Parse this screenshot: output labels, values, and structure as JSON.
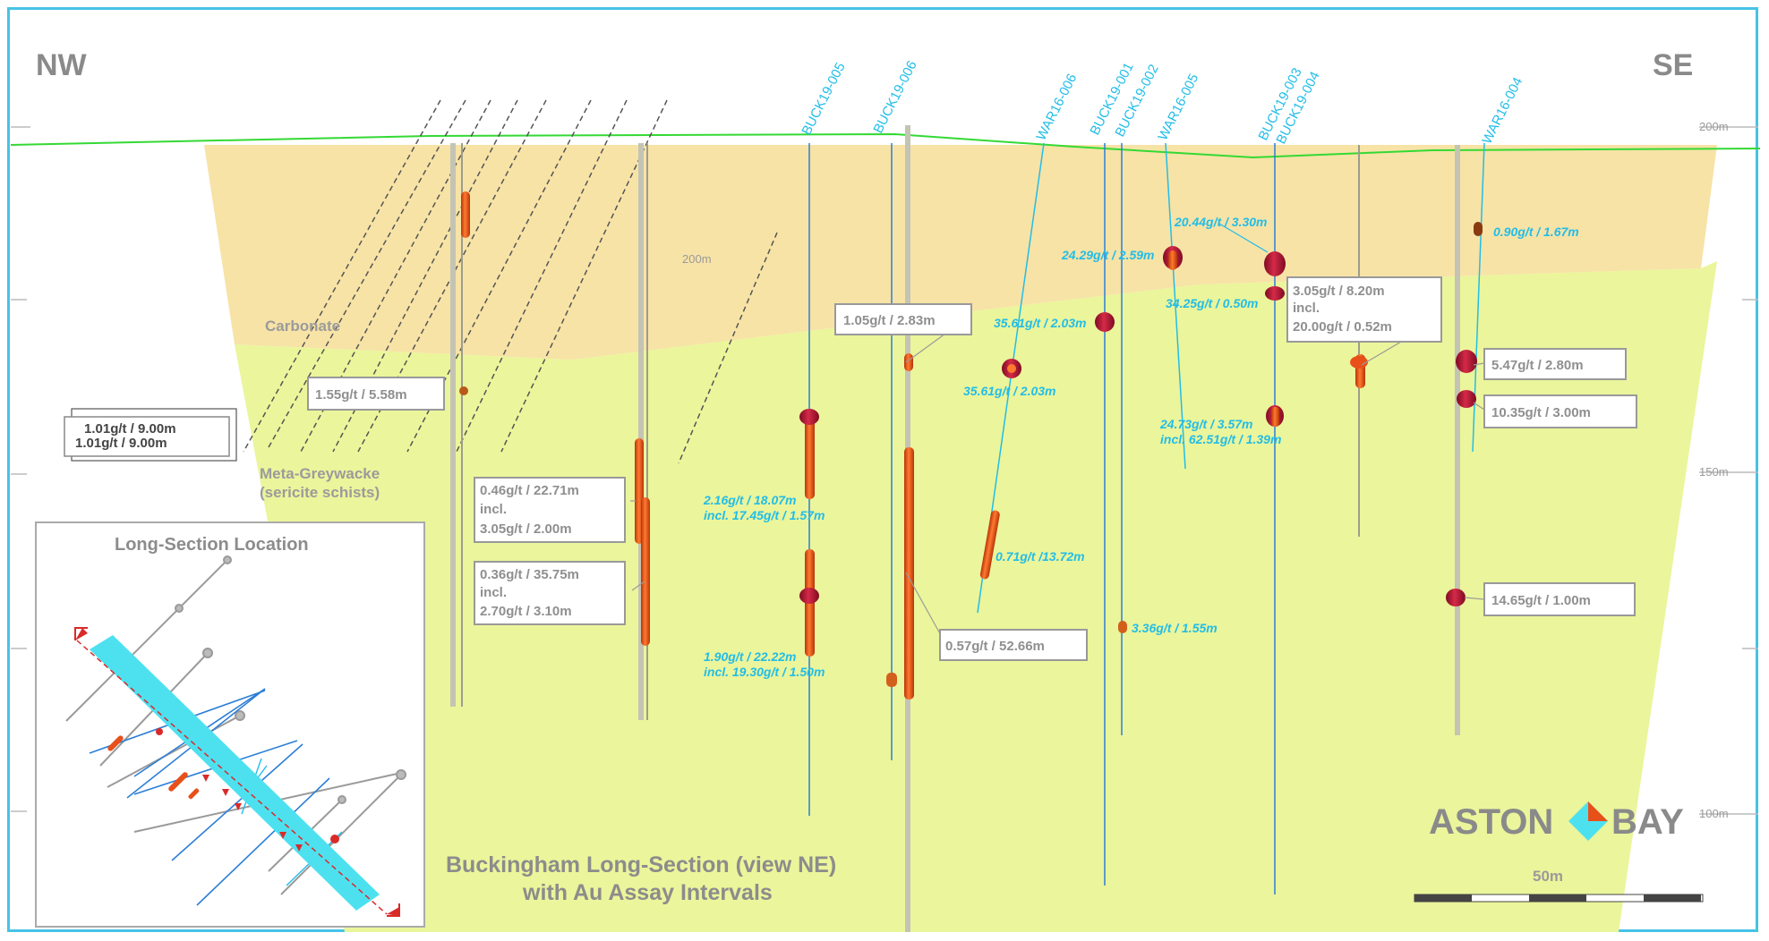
{
  "compass": {
    "left": "NW",
    "right": "SE"
  },
  "elevations": [
    "200m",
    "150m",
    "100m"
  ],
  "mid_elevation": "200m",
  "units": {
    "upper": "Carbonate",
    "lower_line1": "Meta-Greywacke",
    "lower_line2": "(sericite schists)"
  },
  "title_line1": "Buckingham Long-Section (view NE)",
  "title_line2": "with Au Assay Intervals",
  "inset_title": "Long-Section Location",
  "logo_left": "ASTON",
  "logo_right": "BAY",
  "scale_label": "50m",
  "holes": [
    {
      "name": "BUCK19-005"
    },
    {
      "name": "BUCK19-006"
    },
    {
      "name": "WAR16-006"
    },
    {
      "name": "BUCK19-001"
    },
    {
      "name": "BUCK19-002"
    },
    {
      "name": "WAR16-005"
    },
    {
      "name": "BUCK19-003"
    },
    {
      "name": "BUCK19-004"
    },
    {
      "name": "WAR16-004"
    }
  ],
  "cyan_labels": [
    "20.44g/t / 3.30m",
    "24.29g/t / 2.59m",
    "34.25g/t / 0.50m",
    "35.61g/t / 2.03m",
    "35.61g/t / 2.03m",
    "0.90g/t / 1.67m",
    "24.73g/t / 3.57m",
    "incl. 62.51g/t / 1.39m",
    "2.16g/t / 18.07m",
    "incl. 17.45g/t / 1.57m",
    "0.71g/t /13.72m",
    "1.90g/t / 22.22m",
    "incl. 19.30g/t / 1.50m",
    "3.36g/t / 1.55m"
  ],
  "grey_boxes": [
    {
      "lines": [
        "1.01g/t / 9.00m"
      ]
    },
    {
      "lines": [
        "1.01g/t / 9.00m"
      ]
    },
    {
      "lines": [
        "1.55g/t / 5.58m"
      ]
    },
    {
      "lines": [
        "1.05g/t / 2.83m"
      ]
    },
    {
      "lines": [
        "0.46g/t / 22.71m",
        "incl.",
        "3.05g/t / 2.00m"
      ]
    },
    {
      "lines": [
        "0.36g/t / 35.75m",
        "incl.",
        "2.70g/t / 3.10m"
      ]
    },
    {
      "lines": [
        "0.57g/t / 52.66m"
      ]
    },
    {
      "lines": [
        "3.05g/t / 8.20m",
        "incl.",
        "20.00g/t / 0.52m"
      ]
    },
    {
      "lines": [
        "5.47g/t / 2.80m"
      ]
    },
    {
      "lines": [
        "10.35g/t / 3.00m"
      ]
    },
    {
      "lines": [
        "14.65g/t / 1.00m"
      ]
    }
  ],
  "colors": {
    "frame": "#46c3e6",
    "carbonate": "#f7e3a6",
    "greywacke": "#ebf59b",
    "topography": "#34d934",
    "drill_cyan": "#23bde8",
    "drill_blue": "#2c7fd6",
    "intercept": "#e8501a",
    "intercept_dark": "#a8122e"
  }
}
